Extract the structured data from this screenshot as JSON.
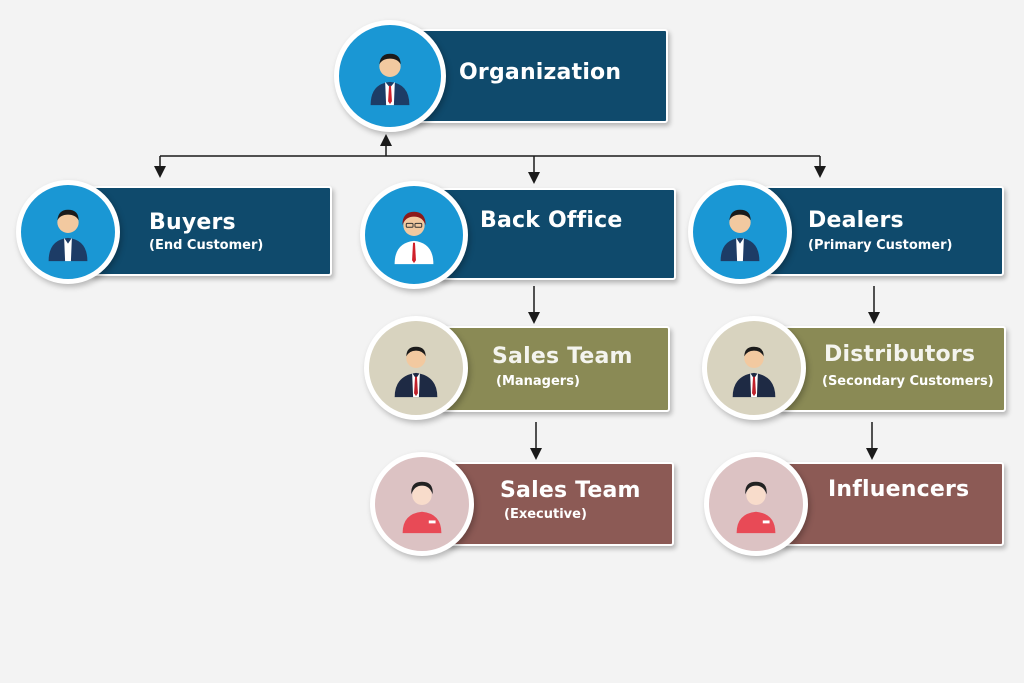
{
  "nodes": {
    "organization": {
      "title": "Organization",
      "subtitle": ""
    },
    "buyers": {
      "title": "Buyers",
      "subtitle": "(End Customer)"
    },
    "back_office": {
      "title": "Back Office",
      "subtitle": ""
    },
    "dealers": {
      "title": "Dealers",
      "subtitle": "(Primary Customer)"
    },
    "sales_managers": {
      "title": "Sales Team",
      "subtitle": "(Managers)"
    },
    "distributors": {
      "title": "Distributors",
      "subtitle": "(Secondary Customers)"
    },
    "sales_executive": {
      "title": "Sales Team",
      "subtitle": "(Executive)"
    },
    "influencers": {
      "title": "Influencers",
      "subtitle": ""
    }
  },
  "colors": {
    "tier1_box": "#0f4a6c",
    "tier1_circle": "#1a97d4",
    "tier2_box": "#8a8a55",
    "tier2_circle": "#d8d3bf",
    "tier3_box": "#8c5a55",
    "tier3_circle": "#dcc2c3",
    "connector": "#1a1a1a"
  },
  "icons": {
    "organization": "businessman-red-tie-icon",
    "buyers": "businessman-icon",
    "back_office": "office-worker-glasses-icon",
    "dealers": "businessman-icon",
    "sales_managers": "manager-icon",
    "distributors": "manager-icon",
    "sales_executive": "executive-icon",
    "influencers": "executive-icon"
  }
}
